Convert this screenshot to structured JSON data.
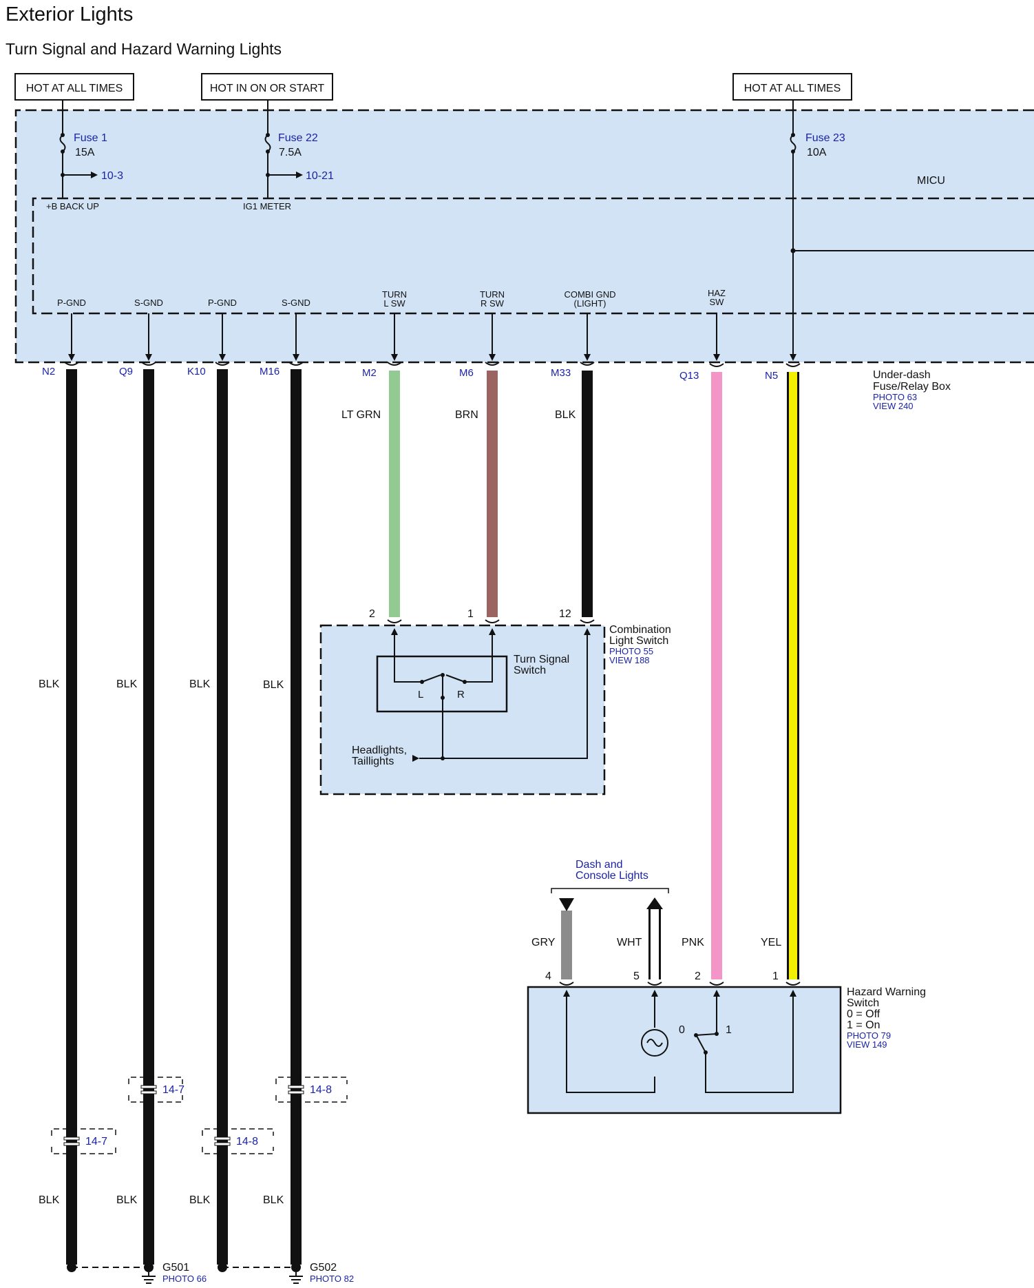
{
  "title": "Exterior Lights",
  "subtitle": "Turn Signal and Hazard Warning Lights",
  "colors": {
    "box_fill": "#d2e3f5",
    "black_wire": "#111111",
    "lt_grn_wire": "#93c993",
    "brn_wire": "#9b6460",
    "pnk_wire": "#f495c8",
    "yel_wire": "#f2ef00",
    "gry_wire": "#8c8c8c",
    "ref_text": "#1a23a8"
  },
  "power_labels": {
    "hot_always_1": "HOT AT ALL TIMES",
    "hot_in_on": "HOT IN ON OR START",
    "hot_always_2": "HOT AT ALL TIMES"
  },
  "fuse_box": {
    "fuse1_name": "Fuse 1",
    "fuse1_rating": "15A",
    "fuse1_ref": "10-3",
    "fuse22_name": "Fuse 22",
    "fuse22_rating": "7.5A",
    "fuse22_ref": "10-21",
    "fuse23_name": "Fuse 23",
    "fuse23_rating": "10A",
    "micu": "MICU",
    "bplus_backup": "+B BACK UP",
    "ig1_meter": "IG1 METER",
    "name_line1": "Under-dash",
    "name_line2": "Fuse/Relay Box",
    "photo": "PHOTO 63",
    "view": "VIEW 240"
  },
  "terminals": {
    "pgnd_1": "P-GND",
    "sgnd_1": "S-GND",
    "pgnd_2": "P-GND",
    "sgnd_2": "S-GND",
    "turn_l_1": "TURN",
    "turn_l_2": "L SW",
    "turn_r_1": "TURN",
    "turn_r_2": "R SW",
    "combi_1": "COMBI GND",
    "combi_2": "(LIGHT)",
    "haz_1": "HAZ",
    "haz_2": "SW"
  },
  "pins": {
    "n2": "N2",
    "q9": "Q9",
    "k10": "K10",
    "m16": "M16",
    "m2": "M2",
    "m6": "M6",
    "m33": "M33",
    "q13": "Q13",
    "n5": "N5"
  },
  "wire_colors": {
    "lt_grn": "LT GRN",
    "brn": "BRN",
    "blk_m33": "BLK",
    "blk_n2_a": "BLK",
    "blk_q9_a": "BLK",
    "blk_k10_a": "BLK",
    "blk_m16_a": "BLK",
    "blk_n2_b": "BLK",
    "blk_q9_b": "BLK",
    "blk_k10_b": "BLK",
    "blk_m16_b": "BLK",
    "gry": "GRY",
    "wht": "WHT",
    "pnk": "PNK",
    "yel": "YEL"
  },
  "combination_switch": {
    "pin_2": "2",
    "pin_1": "1",
    "pin_12": "12",
    "name_line1": "Combination",
    "name_line2": "Light Switch",
    "photo": "PHOTO 55",
    "view": "VIEW 188",
    "turn_signal_1": "Turn Signal",
    "turn_signal_2": "Switch",
    "pos_l": "L",
    "pos_r": "R",
    "headlights": "Headlights,",
    "taillights": "Taillights"
  },
  "dash_lights": {
    "line1": "Dash and",
    "line2": "Console Lights"
  },
  "hazard_switch": {
    "pin_4": "4",
    "pin_5": "5",
    "pin_2": "2",
    "pin_1": "1",
    "name_line1": "Hazard Warning",
    "name_line2": "Switch",
    "state_off": "0 = Off",
    "state_on": "1 = On",
    "photo": "PHOTO 79",
    "view": "VIEW 149",
    "pos_0": "0",
    "pos_1": "1"
  },
  "connectors": {
    "c_q9": "14-7",
    "c_m16": "14-8",
    "c_n2": "14-7",
    "c_k10": "14-8"
  },
  "grounds": {
    "g501": "G501",
    "g501_photo": "PHOTO 66",
    "g502": "G502",
    "g502_photo": "PHOTO 82"
  }
}
